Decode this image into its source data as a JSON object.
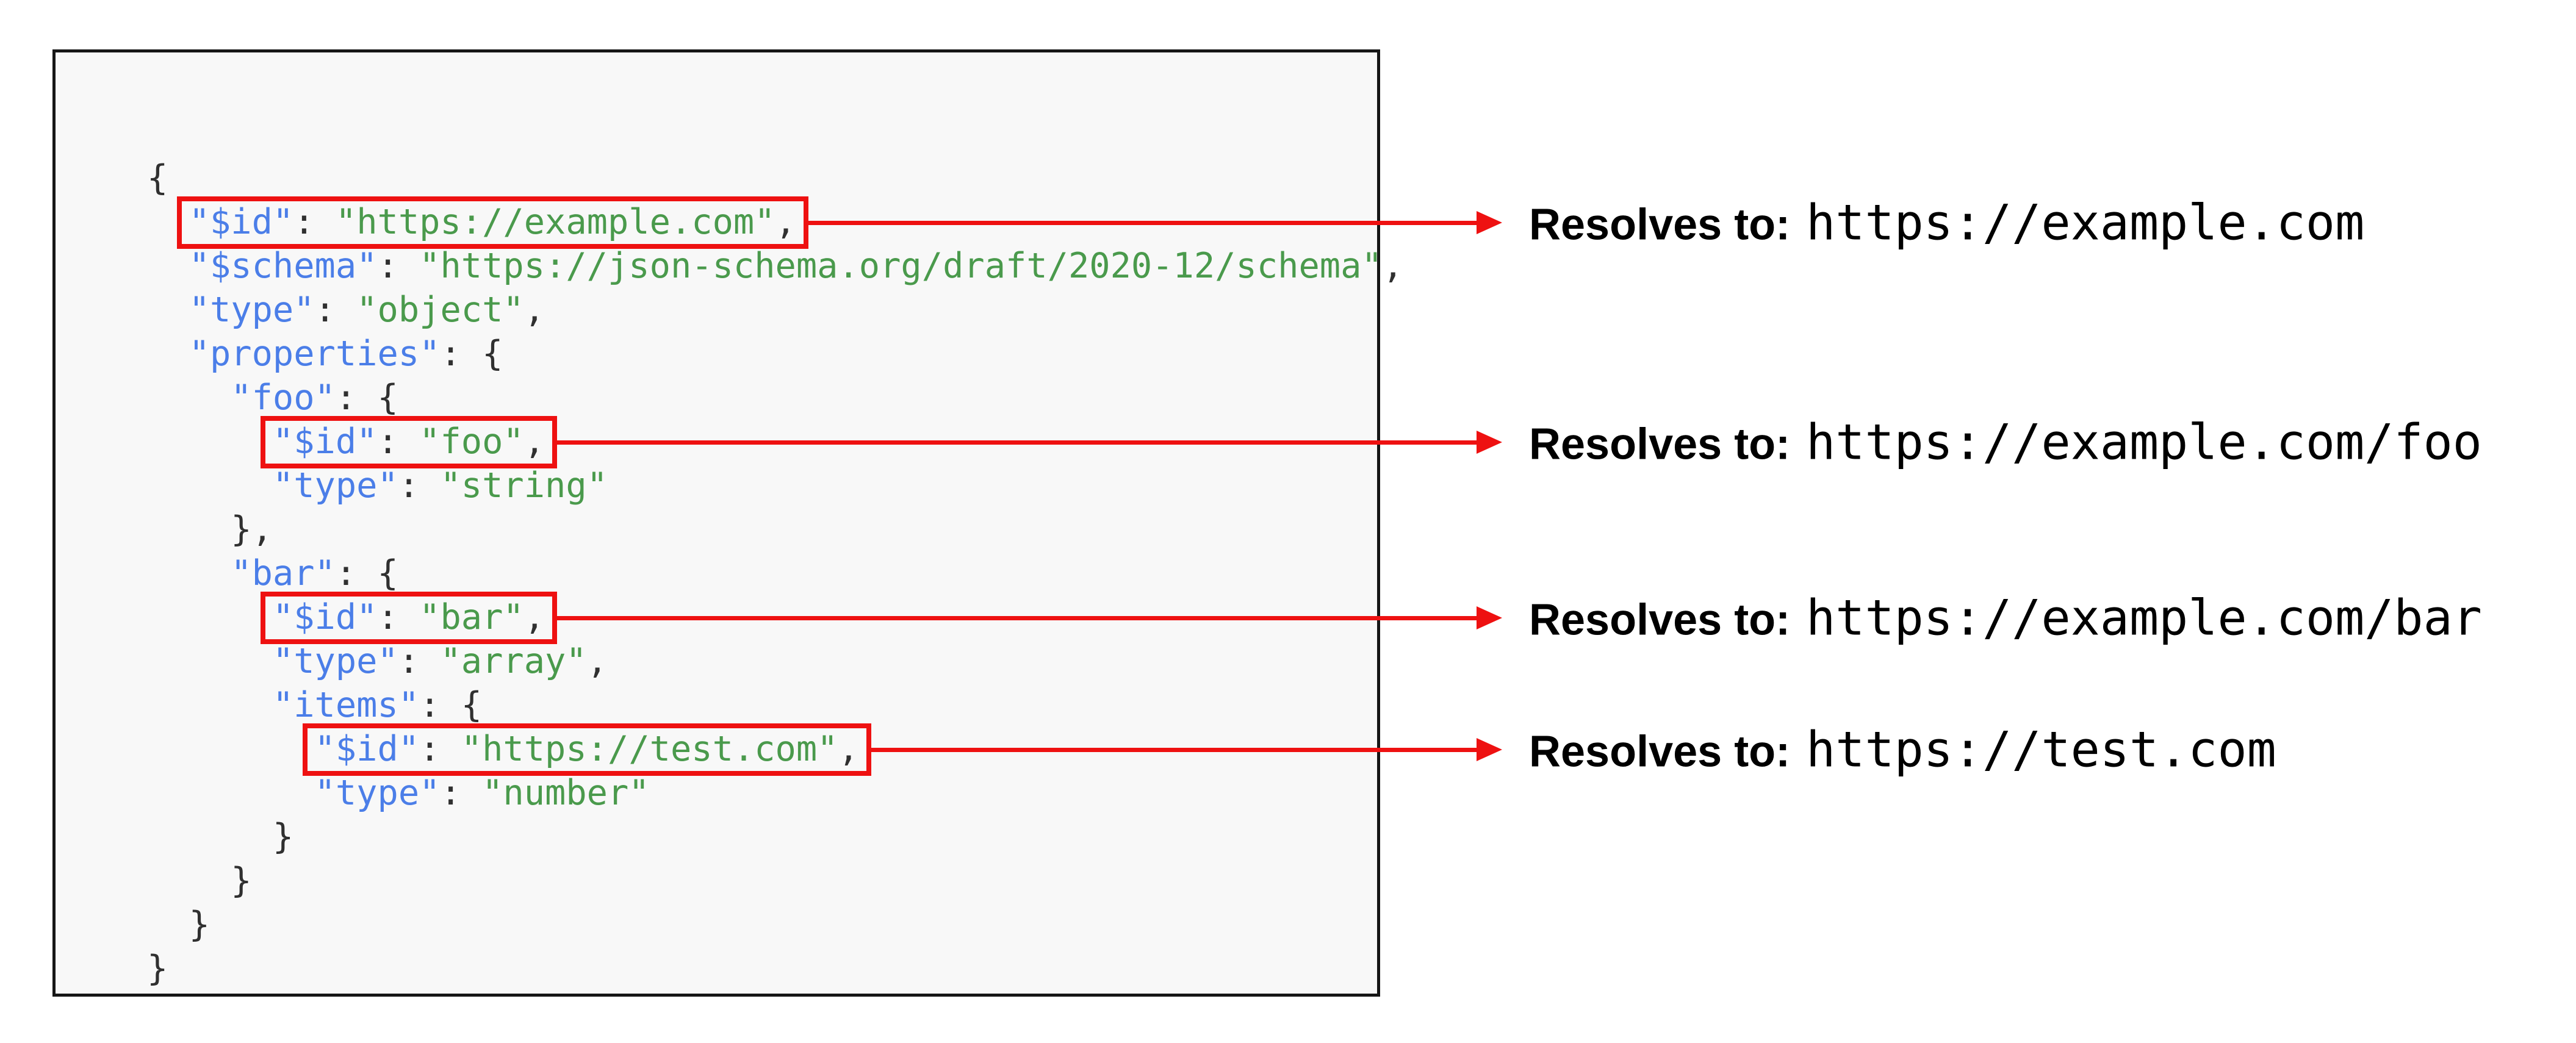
{
  "colors": {
    "key": "#4b7ee8",
    "string": "#4a9a4c",
    "punctuation": "#303030",
    "arrow_red": "#ee1111",
    "code_background": "#f8f8f8",
    "panel_border": "#161616",
    "page_background": "#ffffff",
    "annotation_text": "#000000"
  },
  "code_block": {
    "lines": [
      {
        "tokens": [
          {
            "c": "pun",
            "v": "{"
          }
        ]
      },
      {
        "tokens": [
          {
            "c": "pun",
            "v": "  "
          },
          {
            "c": "key",
            "v": "\"$id\""
          },
          {
            "c": "pun",
            "v": ": "
          },
          {
            "c": "str",
            "v": "\"https://example.com\""
          },
          {
            "c": "pun",
            "v": ","
          }
        ],
        "box": [
          1,
          4
        ],
        "annotation": 0
      },
      {
        "tokens": [
          {
            "c": "pun",
            "v": "  "
          },
          {
            "c": "key",
            "v": "\"$schema\""
          },
          {
            "c": "pun",
            "v": ": "
          },
          {
            "c": "str",
            "v": "\"https://json-schema.org/draft/2020-12/schema\""
          },
          {
            "c": "pun",
            "v": ","
          }
        ]
      },
      {
        "tokens": [
          {
            "c": "pun",
            "v": "  "
          },
          {
            "c": "key",
            "v": "\"type\""
          },
          {
            "c": "pun",
            "v": ": "
          },
          {
            "c": "str",
            "v": "\"object\""
          },
          {
            "c": "pun",
            "v": ","
          }
        ]
      },
      {
        "tokens": [
          {
            "c": "pun",
            "v": "  "
          },
          {
            "c": "key",
            "v": "\"properties\""
          },
          {
            "c": "pun",
            "v": ": {"
          }
        ]
      },
      {
        "tokens": [
          {
            "c": "pun",
            "v": "    "
          },
          {
            "c": "key",
            "v": "\"foo\""
          },
          {
            "c": "pun",
            "v": ": {"
          }
        ]
      },
      {
        "tokens": [
          {
            "c": "pun",
            "v": "      "
          },
          {
            "c": "key",
            "v": "\"$id\""
          },
          {
            "c": "pun",
            "v": ": "
          },
          {
            "c": "str",
            "v": "\"foo\""
          },
          {
            "c": "pun",
            "v": ","
          }
        ],
        "box": [
          1,
          4
        ],
        "annotation": 1
      },
      {
        "tokens": [
          {
            "c": "pun",
            "v": "      "
          },
          {
            "c": "key",
            "v": "\"type\""
          },
          {
            "c": "pun",
            "v": ": "
          },
          {
            "c": "str",
            "v": "\"string\""
          }
        ]
      },
      {
        "tokens": [
          {
            "c": "pun",
            "v": "    },"
          }
        ]
      },
      {
        "tokens": [
          {
            "c": "pun",
            "v": "    "
          },
          {
            "c": "key",
            "v": "\"bar\""
          },
          {
            "c": "pun",
            "v": ": {"
          }
        ]
      },
      {
        "tokens": [
          {
            "c": "pun",
            "v": "      "
          },
          {
            "c": "key",
            "v": "\"$id\""
          },
          {
            "c": "pun",
            "v": ": "
          },
          {
            "c": "str",
            "v": "\"bar\""
          },
          {
            "c": "pun",
            "v": ","
          }
        ],
        "box": [
          1,
          4
        ],
        "annotation": 2
      },
      {
        "tokens": [
          {
            "c": "pun",
            "v": "      "
          },
          {
            "c": "key",
            "v": "\"type\""
          },
          {
            "c": "pun",
            "v": ": "
          },
          {
            "c": "str",
            "v": "\"array\""
          },
          {
            "c": "pun",
            "v": ","
          }
        ]
      },
      {
        "tokens": [
          {
            "c": "pun",
            "v": "      "
          },
          {
            "c": "key",
            "v": "\"items\""
          },
          {
            "c": "pun",
            "v": ": {"
          }
        ]
      },
      {
        "tokens": [
          {
            "c": "pun",
            "v": "        "
          },
          {
            "c": "key",
            "v": "\"$id\""
          },
          {
            "c": "pun",
            "v": ": "
          },
          {
            "c": "str",
            "v": "\"https://test.com\""
          },
          {
            "c": "pun",
            "v": ","
          }
        ],
        "box": [
          1,
          4
        ],
        "annotation": 3
      },
      {
        "tokens": [
          {
            "c": "pun",
            "v": "        "
          },
          {
            "c": "key",
            "v": "\"type\""
          },
          {
            "c": "pun",
            "v": ": "
          },
          {
            "c": "str",
            "v": "\"number\""
          }
        ]
      },
      {
        "tokens": [
          {
            "c": "pun",
            "v": "      }"
          }
        ]
      },
      {
        "tokens": [
          {
            "c": "pun",
            "v": "    }"
          }
        ]
      },
      {
        "tokens": [
          {
            "c": "pun",
            "v": "  }"
          }
        ]
      },
      {
        "tokens": [
          {
            "c": "pun",
            "v": "}"
          }
        ]
      }
    ]
  },
  "annotations": [
    {
      "label": "Resolves to:",
      "url": "https://example.com"
    },
    {
      "label": "Resolves to:",
      "url": "https://example.com/foo"
    },
    {
      "label": "Resolves to:",
      "url": "https://example.com/bar"
    },
    {
      "label": "Resolves to:",
      "url": "https://test.com"
    }
  ]
}
